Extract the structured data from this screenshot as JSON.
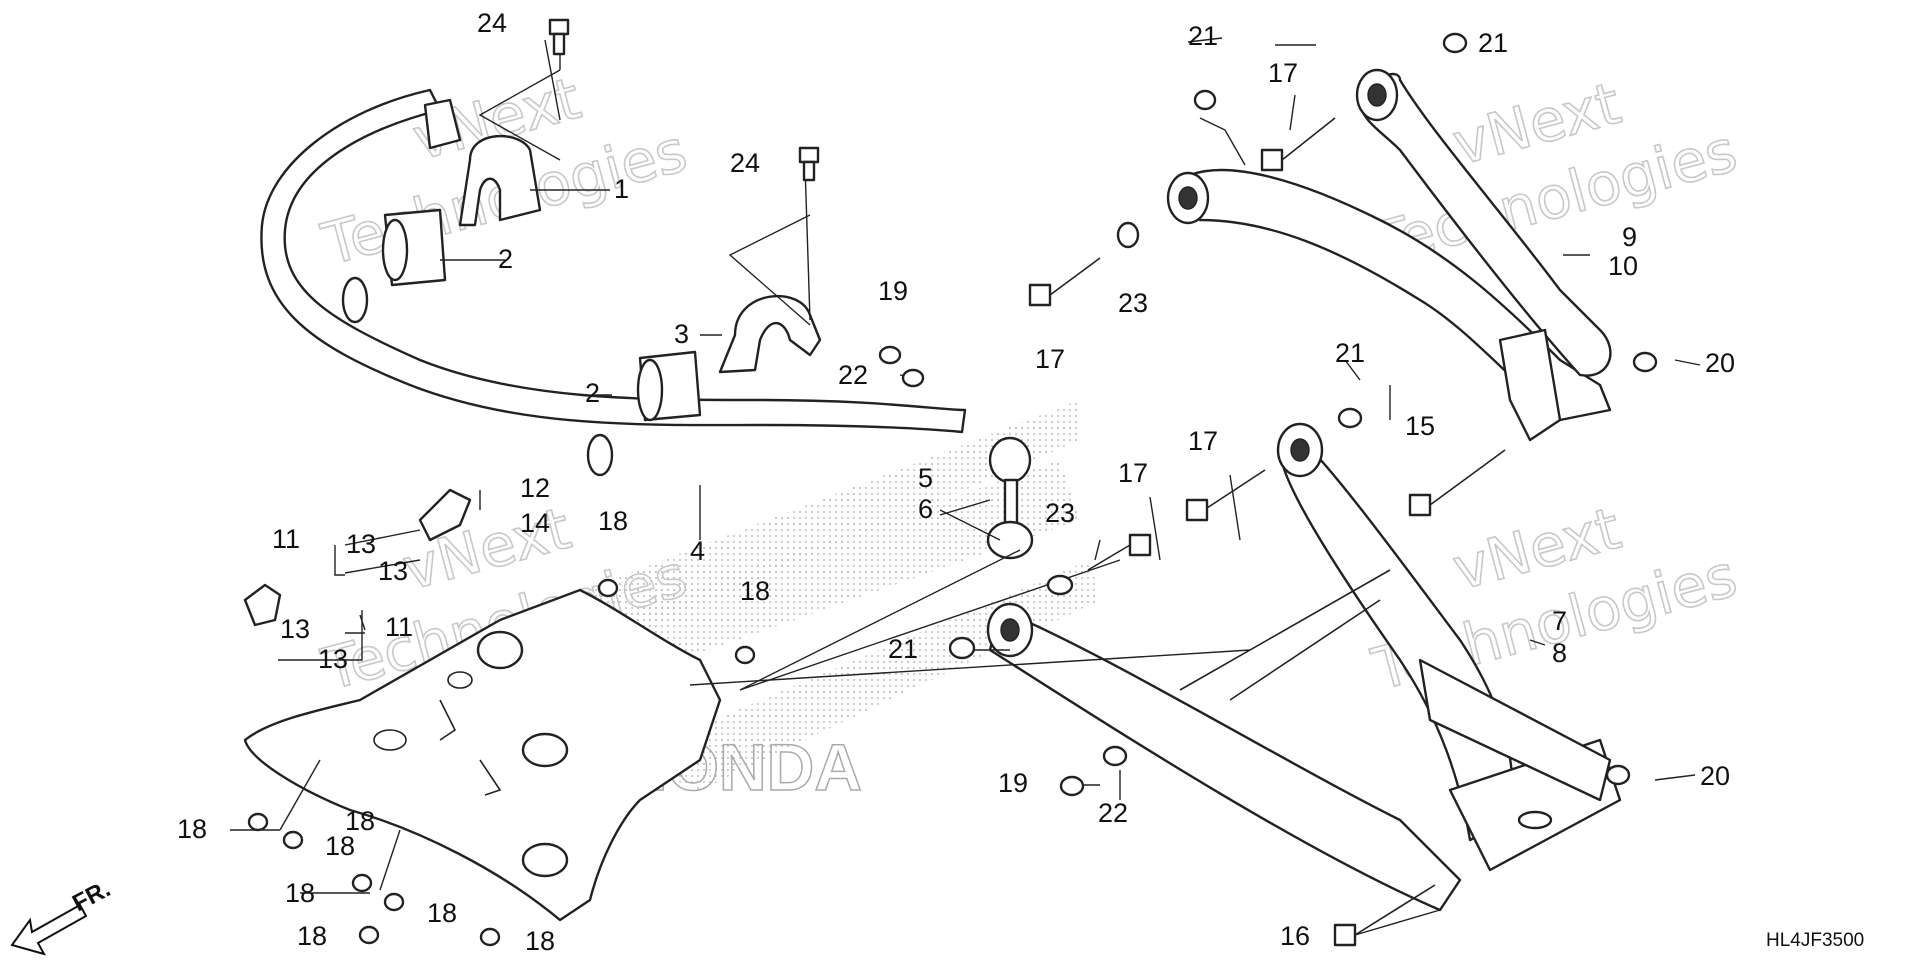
{
  "diagram": {
    "code": "HL4JF3500",
    "direction_label": "FR.",
    "watermark": [
      "vNext",
      "Technologies"
    ],
    "brand_mark": "HONDA",
    "callouts": [
      "24",
      "24",
      "1",
      "2",
      "2",
      "3",
      "4",
      "19",
      "22",
      "5",
      "6",
      "21",
      "21",
      "17",
      "9",
      "10",
      "23",
      "17",
      "20",
      "21",
      "15",
      "17",
      "17",
      "23",
      "7",
      "8",
      "21",
      "12",
      "14",
      "18",
      "18",
      "11",
      "13",
      "13",
      "11",
      "13",
      "13",
      "19",
      "22",
      "20",
      "18",
      "18",
      "18",
      "18",
      "18",
      "18",
      "18",
      "16"
    ]
  }
}
